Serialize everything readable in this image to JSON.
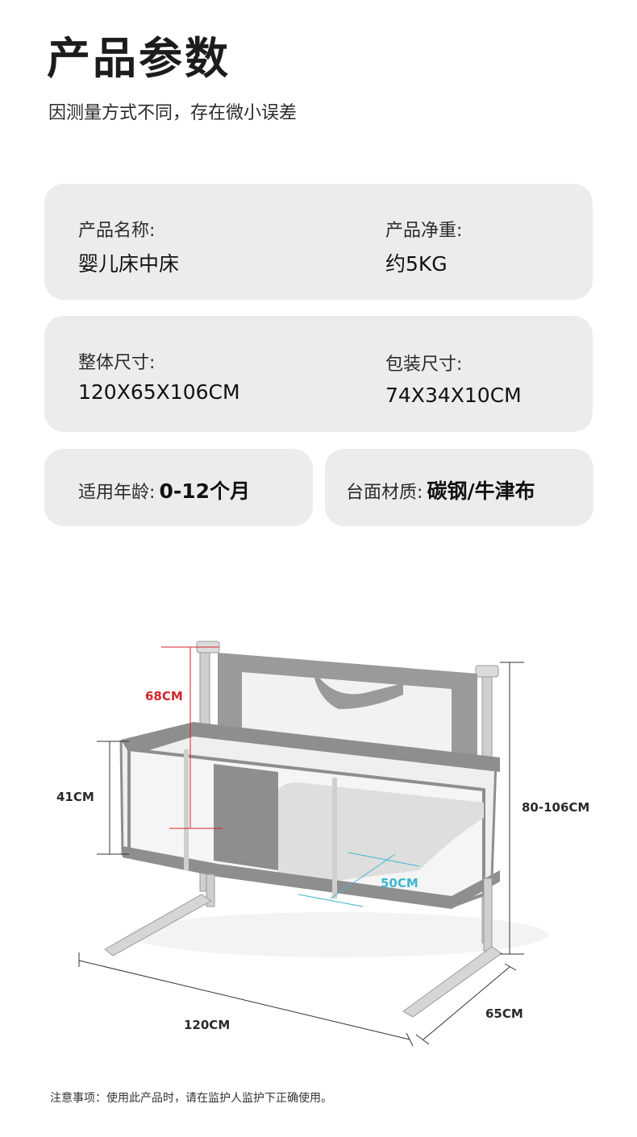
{
  "header": {
    "title": "产品参数",
    "subtitle": "因测量方式不同，存在微小误差"
  },
  "specs": {
    "name_label": "产品名称:",
    "name_value": "婴儿床中床",
    "weight_label": "产品净重:",
    "weight_value": "约5KG",
    "size_label": "整体尺寸:",
    "size_value": "120X65X106CM",
    "package_label": "包装尺寸:",
    "package_value": "74X34X10CM",
    "age_label": "适用年龄:",
    "age_value": "0-12个月",
    "material_label": "台面材质:",
    "material_value": "碳钢/牛津布"
  },
  "dimensions": {
    "rail_height": "68CM",
    "bed_depth": "41CM",
    "height_range": "80-106CM",
    "width_inner": "50CM",
    "length": "120CM",
    "width": "65CM"
  },
  "colors": {
    "accent_red": "#d2262b",
    "accent_cyan": "#3fb6cf",
    "frame_gray": "#8e8e8e",
    "card_bg": "#ececec"
  },
  "footer": {
    "note": "注意事项：使用此产品时，请在监护人监护下正确使用。"
  }
}
